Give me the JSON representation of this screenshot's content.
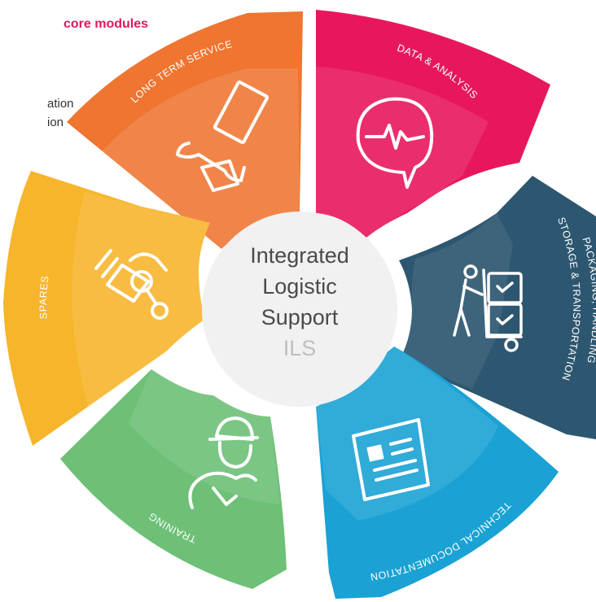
{
  "header": {
    "title": "core modules",
    "line1": "ation",
    "line2": "ion"
  },
  "center": {
    "line1": "Integrated",
    "line2": "Logistic",
    "line3": "Support",
    "abbr": "ILS"
  },
  "colors": {
    "long_term_service": "#ef7530",
    "data_analysis": "#e8175d",
    "packaging": "#2d5770",
    "technical_documentation": "#1aa2d4",
    "training": "#6dc076",
    "spares": "#f7b52c",
    "center_circle": "#f1f1f1"
  },
  "segments": {
    "long_term_service": {
      "label": "LONG TERM SERVICE",
      "icon": "wrench-hand-icon"
    },
    "data_analysis": {
      "label": "DATA & ANALYSIS",
      "icon": "pulse-chat-icon"
    },
    "packaging": {
      "label1": "PACKAGING, HANDLING",
      "label2": "STORAGE & TRANSPORTATION",
      "icon": "hand-truck-icon"
    },
    "technical_documentation": {
      "label": "TECHNICAL DOCUMENTATION",
      "icon": "document-icon"
    },
    "training": {
      "label": "TRAINING",
      "icon": "worker-icon"
    },
    "spares": {
      "label": "SPARES",
      "icon": "piston-icon"
    }
  }
}
